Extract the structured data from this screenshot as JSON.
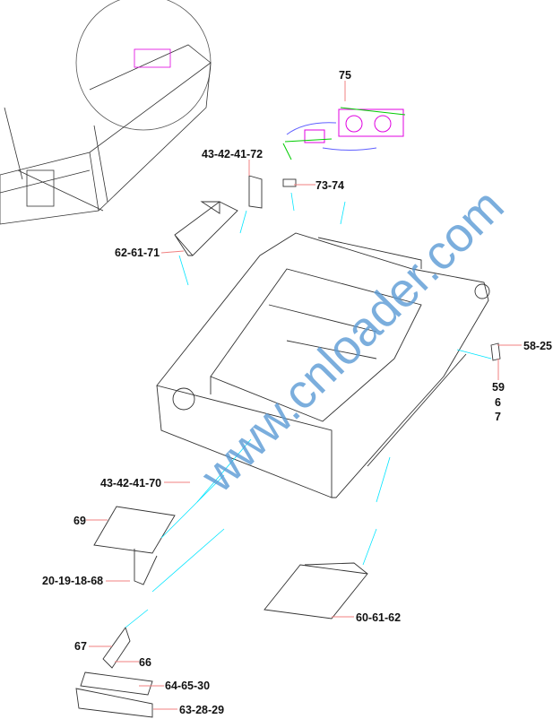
{
  "diagram": {
    "callouts": [
      {
        "id": "c75",
        "text": "75"
      },
      {
        "id": "c72",
        "text": "43-42-41-72"
      },
      {
        "id": "c7374",
        "text": "73-74"
      },
      {
        "id": "c71",
        "text": "62-61-71"
      },
      {
        "id": "c5825",
        "text": "58-25"
      },
      {
        "id": "c59",
        "text": "59"
      },
      {
        "id": "c6",
        "text": "6"
      },
      {
        "id": "c7",
        "text": "7"
      },
      {
        "id": "c70",
        "text": "43-42-41-70"
      },
      {
        "id": "c69",
        "text": "69"
      },
      {
        "id": "c68",
        "text": "20-19-18-68"
      },
      {
        "id": "c62",
        "text": "60-61-62"
      },
      {
        "id": "c67",
        "text": "67"
      },
      {
        "id": "c66",
        "text": "66"
      },
      {
        "id": "c30",
        "text": "64-65-30"
      },
      {
        "id": "c29",
        "text": "63-28-29"
      }
    ],
    "watermark": "www.cnloader.com",
    "colors": {
      "leader": "#f08080",
      "explode": "#00e5ff",
      "outline": "#333333",
      "hydraulic": "#e000e0",
      "wiring": "#00cc00",
      "hose": "#6060ff",
      "watermark": "#5b9bd5"
    }
  }
}
